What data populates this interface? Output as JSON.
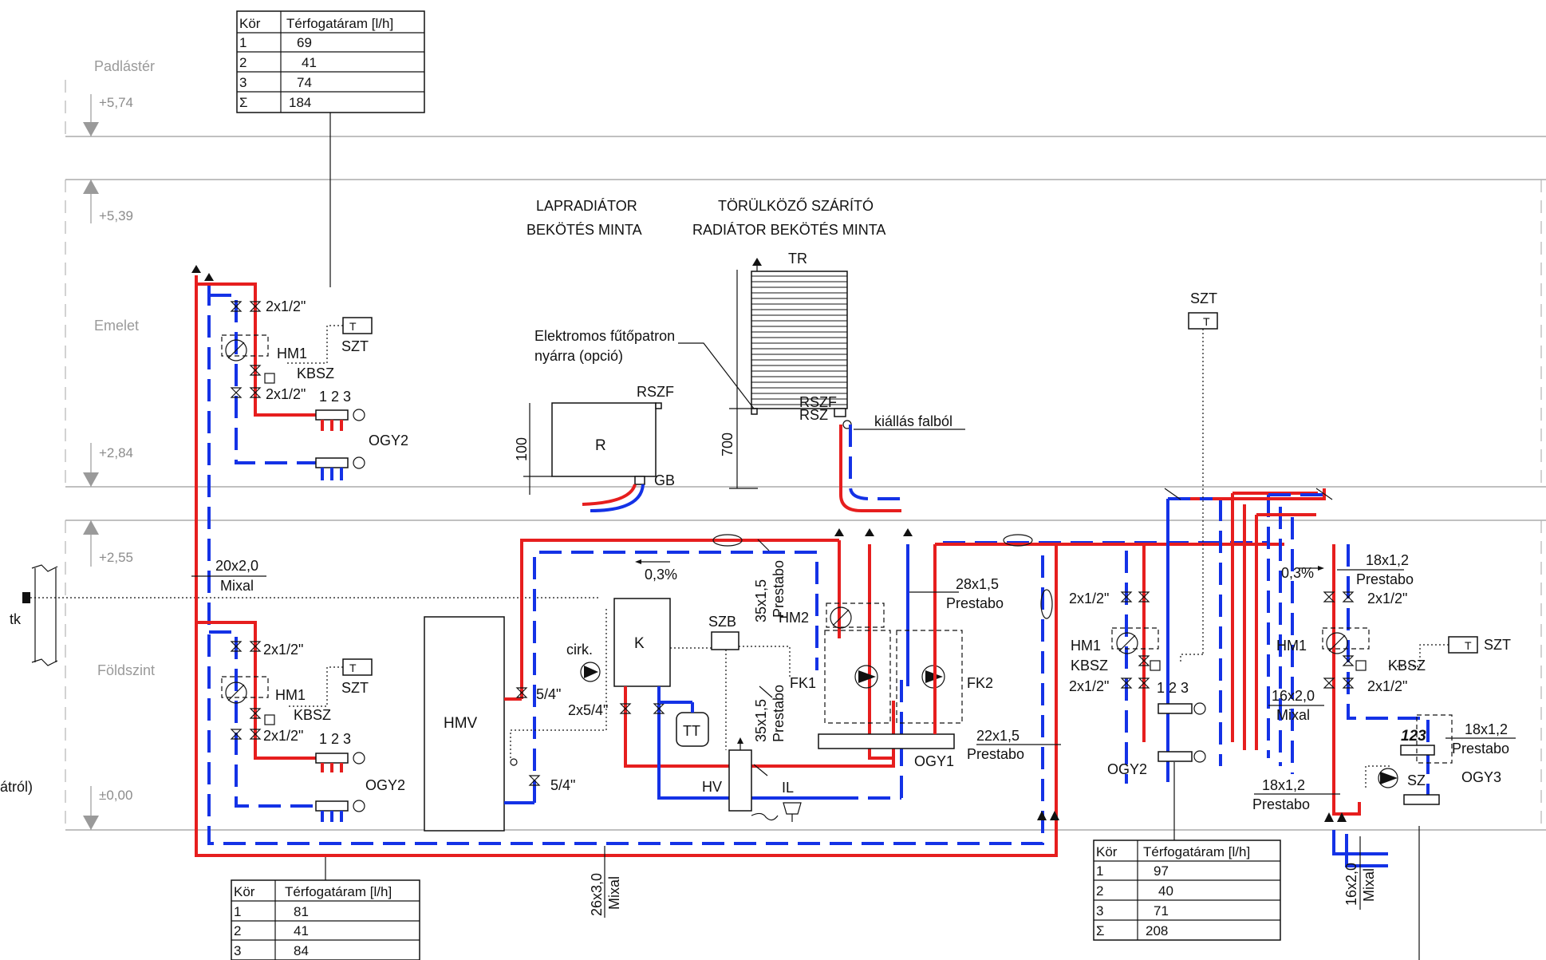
{
  "levels": {
    "attic": "Padlástér",
    "upper": "Emelet",
    "ground": "Földszint"
  },
  "elevations": [
    "+5,74",
    "+5,39",
    "+2,84",
    "+2,55",
    "±0,00"
  ],
  "titles": {
    "panel_line1": "LAPRADIÁTOR",
    "panel_line2": "BEKÖTÉS MINTA",
    "towel_line1": "TÖRÜLKÖZŐ SZÁRÍTÓ",
    "towel_line2": "RADIÁTOR BEKÖTÉS MINTA"
  },
  "tables": {
    "header_kor": "Kör",
    "header_flow": "Térfogatáram [l/h]",
    "top_left": [
      [
        "1",
        "69"
      ],
      [
        "2",
        "41"
      ],
      [
        "3",
        "74"
      ],
      [
        "Σ",
        "184"
      ]
    ],
    "bottom_left": [
      [
        "1",
        "81"
      ],
      [
        "2",
        "41"
      ],
      [
        "3",
        "84"
      ]
    ],
    "bottom_right": [
      [
        "1",
        "97"
      ],
      [
        "2",
        "40"
      ],
      [
        "3",
        "71"
      ],
      [
        "Σ",
        "208"
      ]
    ]
  },
  "labels": {
    "v_2x12": "2x1/2\"",
    "szt": "SZT",
    "hm1": "HM1",
    "hm2": "HM2",
    "kbsz": "KBSZ",
    "ogy1": "OGY1",
    "ogy2": "OGY2",
    "ogy3": "OGY3",
    "circ": "1 2 3",
    "circ_it": "123",
    "tk": "tk",
    "atrol": "átról)",
    "pipe_20x2": "20x2,0",
    "mixal": "Mixal",
    "prestabo": "Prestabo",
    "pipe_26x3": "26x3,0",
    "pipe_35x15": "35x1,5",
    "pipe_28x15": "28x1,5",
    "pipe_22x15": "22x1,5",
    "pipe_16x2": "16x2,0",
    "pipe_18x12": "18x1,2",
    "slope": "0,3%",
    "hmv": "HMV",
    "k": "K",
    "cirk": "cirk.",
    "szb": "SZB",
    "tt": "TT",
    "hv": "HV",
    "il": "IL",
    "fk1": "FK1",
    "fk2": "FK2",
    "v_54": "5/4\"",
    "v_2x54": "2x5/4\"",
    "sz": "SZ",
    "r": "R",
    "rszf": "RSZF",
    "rsz": "RSZ",
    "gb": "GB",
    "tr": "TR",
    "dim_100": "100",
    "dim_700": "700",
    "patron_1": "Elektromos fűtőpatron",
    "patron_2": "nyárra (opció)",
    "wall_outlet": "kiállás falból",
    "t": "T"
  },
  "colors": {
    "supply": "#e61e1e",
    "return": "#1432e6",
    "level_text": "#9a9a9a"
  }
}
